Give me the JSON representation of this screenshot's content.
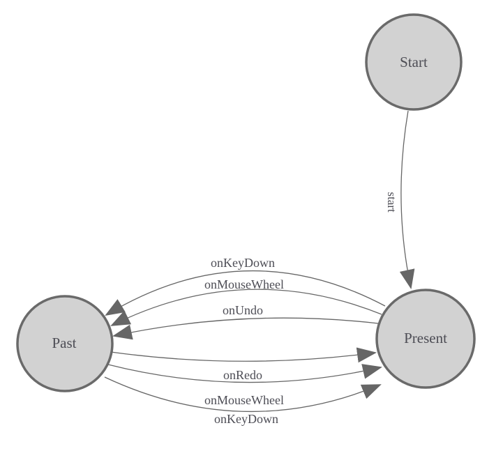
{
  "diagram": {
    "type": "state-machine",
    "nodes": [
      {
        "id": "start",
        "label": "Start"
      },
      {
        "id": "past",
        "label": "Past"
      },
      {
        "id": "present",
        "label": "Present"
      }
    ],
    "edges": [
      {
        "from": "start",
        "to": "present",
        "label": "start"
      },
      {
        "from": "present",
        "to": "past",
        "label": "onKeyDown"
      },
      {
        "from": "present",
        "to": "past",
        "label": "onMouseWheel"
      },
      {
        "from": "present",
        "to": "past",
        "label": "onUndo"
      },
      {
        "from": "past",
        "to": "present",
        "label": "onRedo"
      },
      {
        "from": "past",
        "to": "present",
        "label": "onMouseWheel"
      },
      {
        "from": "past",
        "to": "present",
        "label": "onKeyDown"
      }
    ],
    "colors": {
      "background": "#ffffff",
      "node_fill": "#d2d2d2",
      "node_border": "#6a6a6a",
      "edge_stroke": "#666666",
      "arrowhead_fill": "#666666",
      "label_text": "#4d4d55"
    }
  }
}
